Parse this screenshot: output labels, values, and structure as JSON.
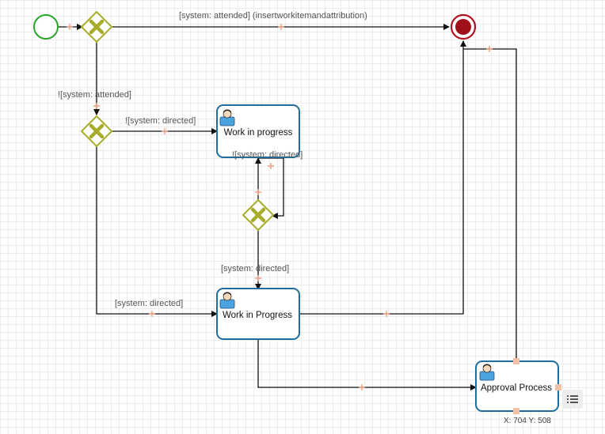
{
  "diagram": {
    "edge_labels": {
      "attended_insert": "[system: attended] (insertworkitemandattribution)",
      "not_attended": "![system: attended]",
      "not_directed_top": "![system: directed]",
      "not_directed_loop": "![system: directed]",
      "directed_mid": "[system: directed]",
      "directed_left": "[system: directed]"
    },
    "tasks": {
      "work_in_progress_1": "Work in progress",
      "work_in_progress_2": "Work in Progress",
      "approval_process": "Approval Process"
    }
  },
  "status": {
    "coordinates": "X: 704  Y: 508"
  },
  "colors": {
    "start_event": "#2aa52a",
    "end_event": "#b0141e",
    "gateway": "#a7ad2a",
    "task_border": "#1f6e9e",
    "connector": "#111111",
    "waypoint": "#f2a07b"
  },
  "icons": [
    "user-task-icon",
    "exclusive-gateway-icon",
    "context-menu-icon"
  ]
}
